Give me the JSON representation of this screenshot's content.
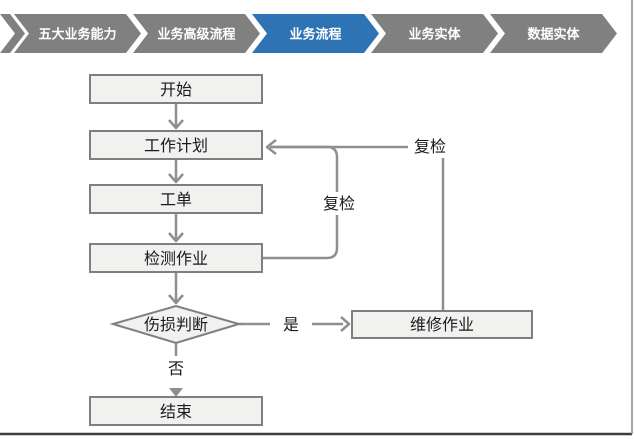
{
  "nav": {
    "items": [
      {
        "id": "five-capabilities",
        "label": "五大业务能力",
        "active": false
      },
      {
        "id": "advanced-process",
        "label": "业务高级流程",
        "active": false
      },
      {
        "id": "business-process",
        "label": "业务流程",
        "active": true
      },
      {
        "id": "business-entity",
        "label": "业务实体",
        "active": false
      },
      {
        "id": "data-entity",
        "label": "数据实体",
        "active": false
      }
    ],
    "active_color": "#2E74B5",
    "inactive_color": "#808080",
    "text_color": "#FFFFFF"
  },
  "flowchart": {
    "nodes": {
      "start": {
        "label": "开始",
        "shape": "rect"
      },
      "work_plan": {
        "label": "工作计划",
        "shape": "rect"
      },
      "work_order": {
        "label": "工单",
        "shape": "rect"
      },
      "inspection": {
        "label": "检测作业",
        "shape": "rect"
      },
      "damage_judgment": {
        "label": "伤损判断",
        "shape": "diamond"
      },
      "repair": {
        "label": "维修作业",
        "shape": "rect"
      },
      "end": {
        "label": "结束",
        "shape": "rect"
      }
    },
    "edge_labels": {
      "recheck_inspection": "复检",
      "recheck_repair": "复检",
      "yes": "是",
      "no": "否"
    },
    "colors": {
      "node_fill": "#F1F1F0",
      "node_border": "#7F7F7F",
      "connector": "#8F8F8F",
      "label_text": "#1A1A1A"
    }
  }
}
